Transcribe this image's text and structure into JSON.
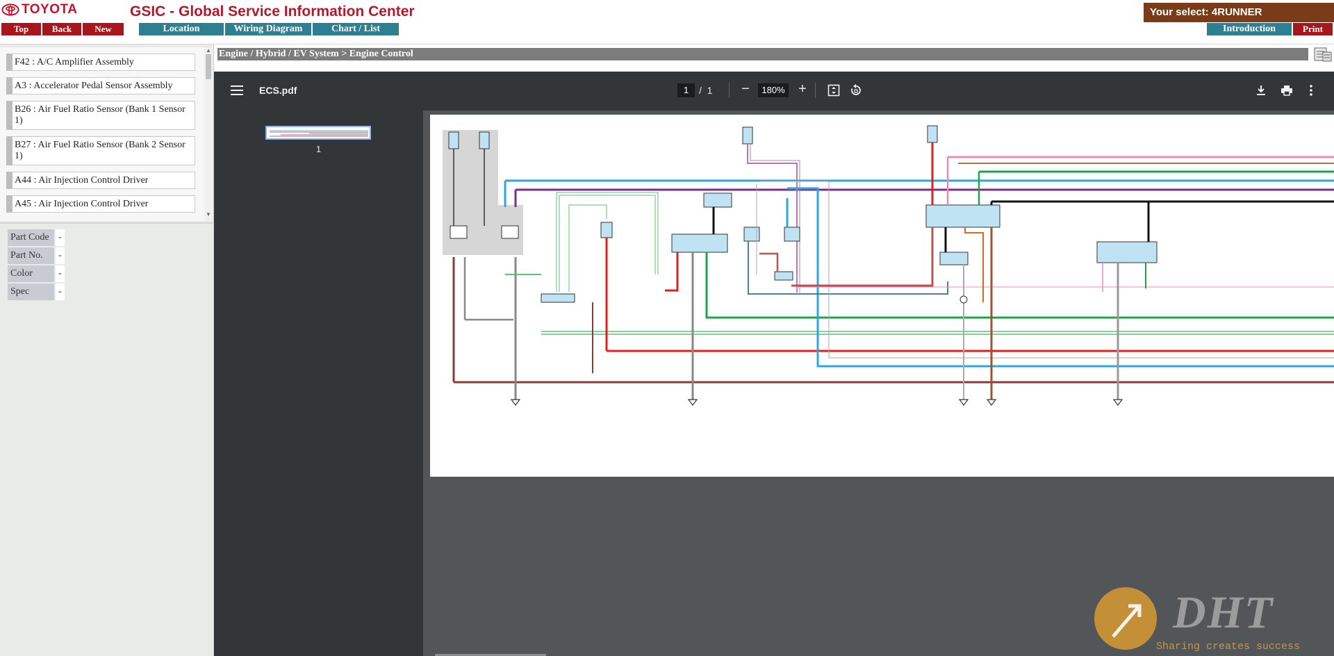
{
  "header": {
    "brand": "TOYOTA",
    "title": "GSIC - Global Service Information Center",
    "vehicle_select": "Your select: 4RUNNER",
    "nav": {
      "top": "Top",
      "back": "Back",
      "new": "New"
    },
    "tabs": {
      "location": "Location",
      "wiring": "Wiring Diagram",
      "chart": "Chart / List"
    },
    "actions": {
      "introduction": "Introduction",
      "print": "Print"
    }
  },
  "parts": [
    "F42 : A/C Amplifier Assembly",
    "A3 : Accelerator Pedal Sensor Assembly",
    "B26 : Air Fuel Ratio Sensor (Bank 1 Sensor 1)",
    "B27 : Air Fuel Ratio Sensor (Bank 2 Sensor 1)",
    "A44 : Air Injection Control Driver",
    "A45 : Air Injection Control Driver"
  ],
  "properties": {
    "part_code": {
      "label": "Part Code",
      "value": "-"
    },
    "part_no": {
      "label": "Part No.",
      "value": "-"
    },
    "color": {
      "label": "Color",
      "value": "-"
    },
    "spec": {
      "label": "Spec",
      "value": "-"
    }
  },
  "breadcrumb": "Engine / Hybrid / EV System > Engine Control",
  "viewer": {
    "file_name": "ECS.pdf",
    "current_page": "1",
    "page_sep": "/",
    "total_pages": "1",
    "zoom": "180%",
    "zoom_out": "−",
    "zoom_in": "+",
    "thumbnail_label": "1"
  },
  "watermark": {
    "logo": "DHT",
    "slogan": "Sharing creates success"
  },
  "colors": {
    "toyota_red": "#c8102e",
    "nav_red": "#a8161c",
    "tab_teal": "#2f7f93",
    "vehicle_brown": "#7a3b19",
    "viewer_toolbar": "#323639",
    "viewer_bg": "#525659"
  }
}
